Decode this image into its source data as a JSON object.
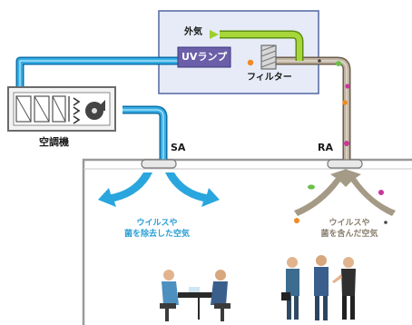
{
  "labels": {
    "outside_air": "外気",
    "uv_lamp": "UVランプ",
    "filter": "フィルター",
    "air_conditioner": "空調機",
    "supply_air": "SA",
    "return_air": "RA",
    "clean_air_line1": "ウイルスや",
    "clean_air_line2": "菌を除去した空気",
    "dirty_air_line1": "ウイルスや",
    "dirty_air_line2": "菌を含んだ空気"
  },
  "colors": {
    "duct_blue": "#29a7df",
    "duct_gray": "#bfb3a1",
    "outside_air_green": "#9ccf2e",
    "uv_box_fill": "#e6ebf7",
    "uv_box_border": "#5b6fa8",
    "uv_lamp_fill": "#6a5fa8",
    "arrow_clean": "#2aa6de",
    "arrow_dirty": "#a49a86",
    "germ_green": "#6cc04a",
    "germ_magenta": "#c8379a",
    "germ_orange": "#f08a24",
    "room_border": "#9a9a9a"
  }
}
